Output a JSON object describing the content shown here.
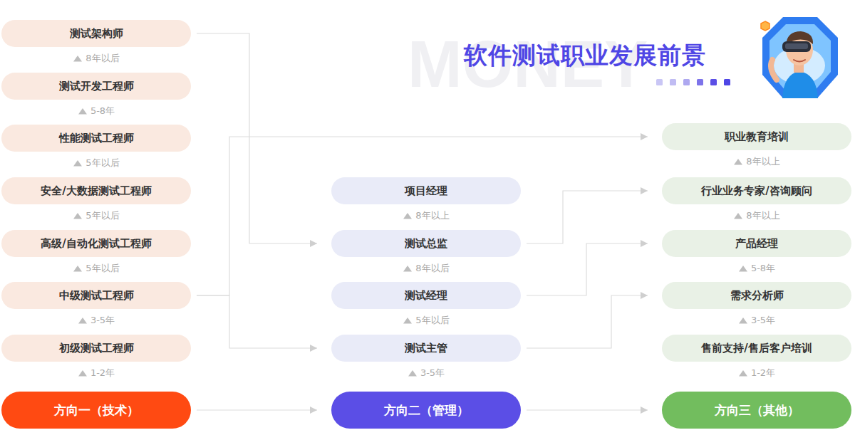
{
  "diagram": {
    "title": "软件测试职业发展前景",
    "nodes": [
      {
        "text": [
          "测试架构师",
          "8年以后"
        ]
      },
      {
        "text": [
          "测试开发工程师",
          "5-8年"
        ]
      },
      {
        "text": [
          "性能测试工程师",
          "5年以后"
        ]
      },
      {
        "text": [
          "安全/大数据测试工程师",
          "5年以后"
        ]
      },
      {
        "text": [
          "高级/自动化测试工程师",
          "5年以后"
        ]
      },
      {
        "text": [
          "中级测试工程师",
          "3-5年"
        ]
      },
      {
        "text": [
          "初级测试工程师",
          "1-2年"
        ]
      },
      {
        "text": [
          "方向一（技术）"
        ]
      },
      {
        "text": [
          "项目经理",
          "8年以上"
        ]
      },
      {
        "text": [
          "测试总监",
          "8年以后"
        ]
      },
      {
        "text": [
          "测试经理",
          "5年以后"
        ]
      },
      {
        "text": [
          "测试主管",
          "3-5年"
        ]
      },
      {
        "text": [
          "方向二（管理）"
        ]
      },
      {
        "text": [
          "职业教育培训",
          "8年以上"
        ]
      },
      {
        "text": [
          "行业业务专家/咨询顾问",
          "8年以上"
        ]
      },
      {
        "text": [
          "产品经理",
          "5-8年"
        ]
      },
      {
        "text": [
          "需求分析师",
          "3-5年"
        ]
      },
      {
        "text": [
          "售前支持/售后客户培训",
          "1-2年"
        ]
      },
      {
        "text": [
          "方向三（其他）"
        ]
      }
    ],
    "edges": [
      {
        "from": 0,
        "to": 9,
        "arrow": "to"
      },
      {
        "from": 5,
        "to": 13,
        "arrow": "to"
      },
      {
        "from": 5,
        "to": 11,
        "arrow": "to"
      },
      {
        "from": 9,
        "to": 14,
        "arrow": "to"
      },
      {
        "from": 10,
        "to": 15,
        "arrow": "to"
      },
      {
        "from": 11,
        "to": 16,
        "arrow": "to"
      },
      {
        "from": 7,
        "to": 12,
        "arrow": "to"
      },
      {
        "from": 12,
        "to": 18,
        "arrow": "to"
      }
    ],
    "labels": [
      "MONEY"
    ]
  }
}
